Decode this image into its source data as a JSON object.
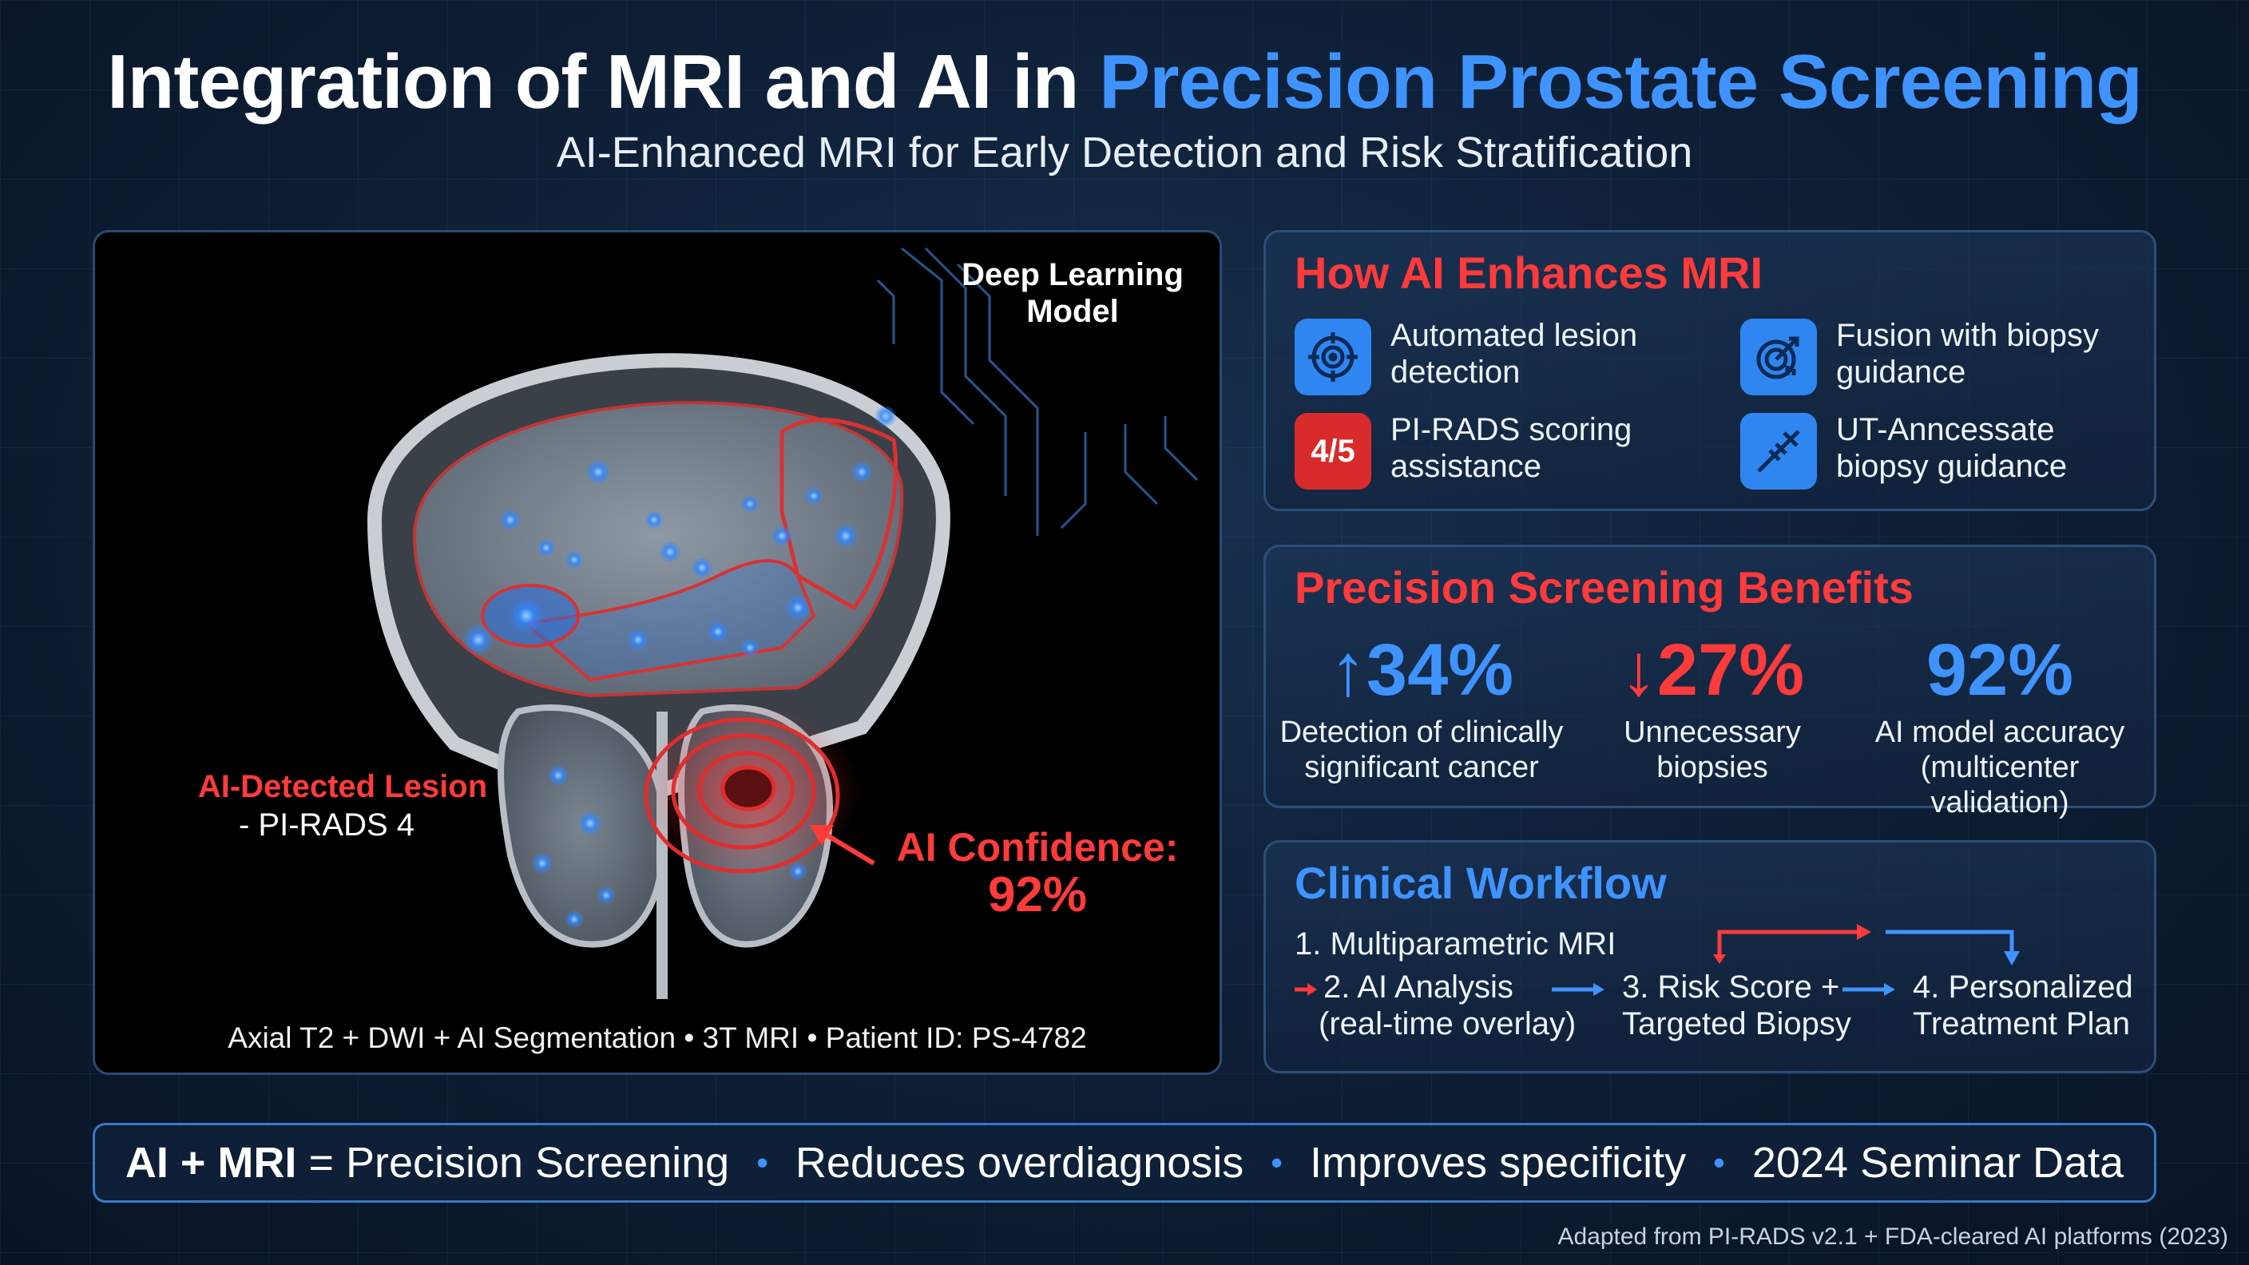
{
  "header": {
    "title_main": "Integration of MRI and AI in",
    "title_accent": "Precision Prostate Screening",
    "subtitle": "AI-Enhanced MRI for Early Detection and Risk Stratification"
  },
  "image_panel": {
    "model_label": "Deep Learning Model",
    "lesion_label": "AI-Detected Lesion",
    "lesion_grade": "- PI-RADS 4",
    "confidence_label": "AI Confidence:",
    "confidence_value": "92%",
    "caption": "Axial T2 + DWI + AI Segmentation • 3T MRI • Patient ID: PS-4782"
  },
  "enhances": {
    "heading": "How AI Enhances MRI",
    "items": [
      {
        "icon": "target-icon",
        "text": "Automated lesion detection"
      },
      {
        "icon": "satellite-dish-icon",
        "text": "Fusion with biopsy guidance"
      },
      {
        "icon": "pirads-badge",
        "badge": "4/5",
        "text": "PI-RADS scoring assistance"
      },
      {
        "icon": "needle-icon",
        "text": "UT-Anncessate biopsy guidance"
      }
    ]
  },
  "benefits": {
    "heading": "Precision Screening Benefits",
    "stats": [
      {
        "arrow": "↑",
        "value": "34%",
        "label": "Detection of clinically significant cancer"
      },
      {
        "arrow": "↓",
        "value": "27%",
        "label": "Unnecessary biopsies"
      },
      {
        "arrow": "",
        "value": "92%",
        "label": "AI model accuracy (multicenter validation)"
      }
    ]
  },
  "workflow": {
    "heading": "Clinical Workflow",
    "step1": "1. Multiparametric MRI",
    "step2": "2. AI Analysis",
    "step2_sub": "(real-time overlay)",
    "step3": "3. Risk Score +",
    "step3_sub": "Targeted Biopsy",
    "step4": "4. Personalized",
    "step4_sub": "Treatment Plan"
  },
  "bottom_bar": {
    "item1_bold": "AI + MRI",
    "item1_rest": " = Precision Screening",
    "item2": "Reduces overdiagnosis",
    "item3": "Improves specificity",
    "item4": "2024 Seminar Data",
    "separator": "•"
  },
  "footnote": "Adapted from PI-RADS v2.1 + FDA-cleared AI platforms (2023)",
  "colors": {
    "accent_blue": "#3f93ff",
    "accent_red": "#ff3a3a",
    "background": "#0d1d33"
  }
}
